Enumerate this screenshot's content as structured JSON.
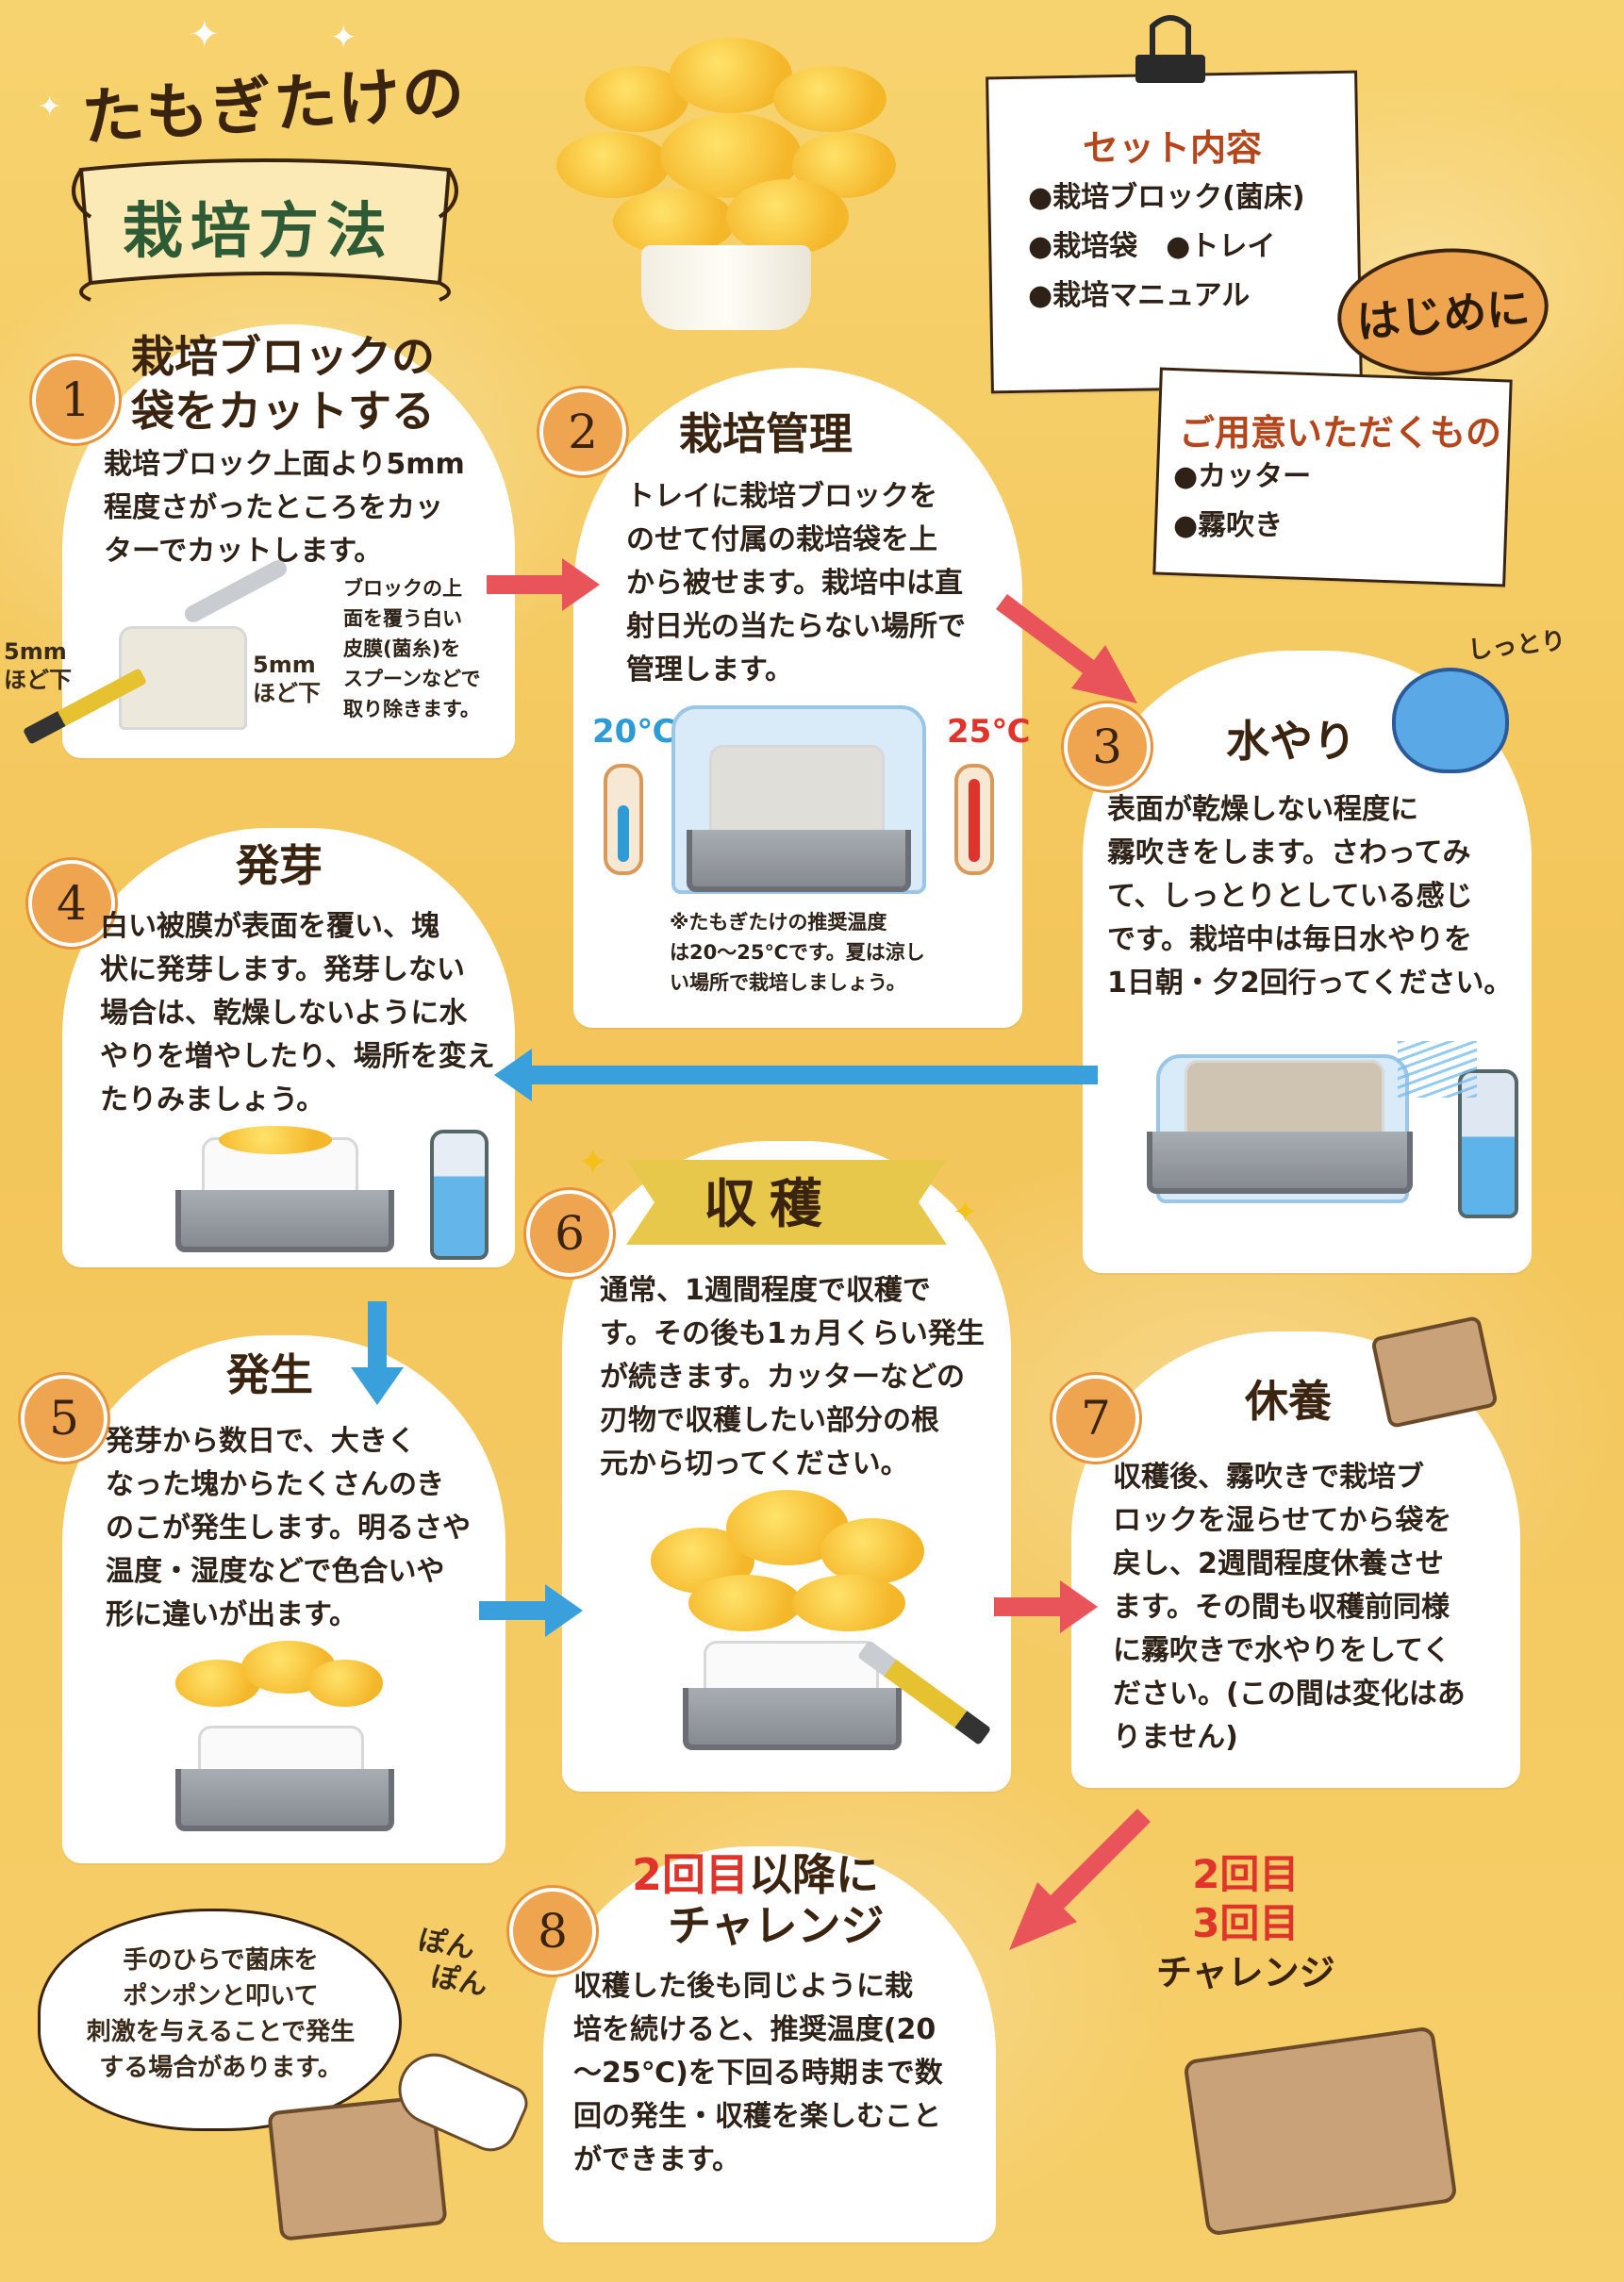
{
  "title": {
    "line1": "たもぎたけの",
    "line2": "栽培方法"
  },
  "set_contents": {
    "heading": "セット内容",
    "items": [
      "●栽培ブロック(菌床)",
      "●栽培袋　●トレイ",
      "●栽培マニュアル"
    ]
  },
  "intro_badge": "はじめに",
  "prepare": {
    "heading": "ご用意いただくもの",
    "items": [
      "●カッター",
      "●霧吹き"
    ]
  },
  "steps": [
    {
      "num": "1",
      "title": [
        "栽培ブロックの",
        "袋をカットする"
      ],
      "body": [
        "栽培ブロック上面より5mm",
        "程度さがったところをカッ",
        "ターでカットします。"
      ],
      "note": [
        "ブロックの上",
        "面を覆う白い",
        "皮膜(菌糸)を",
        "スプーンなどで",
        "取り除きます。"
      ],
      "label_left": [
        "5mm",
        "ほど下"
      ],
      "label_right": [
        "5mm",
        "ほど下"
      ]
    },
    {
      "num": "2",
      "title": [
        "栽培管理"
      ],
      "body": [
        "トレイに栽培ブロックを",
        "のせて付属の栽培袋を上",
        "から被せます。栽培中は直",
        "射日光の当たらない場所で",
        "管理します。"
      ],
      "temp_low": "20℃",
      "temp_high": "25℃",
      "note": [
        "※たもぎたけの推奨温度",
        "は20〜25℃です。夏は涼し",
        "い場所で栽培しましょう。"
      ]
    },
    {
      "num": "3",
      "title": [
        "水やり"
      ],
      "body": [
        "表面が乾燥しない程度に",
        "霧吹きをします。さわってみ",
        "て、しっとりとしている感じ",
        "です。栽培中は毎日水やりを",
        "1日朝・夕2回行ってください。"
      ],
      "caption": "しっとり"
    },
    {
      "num": "4",
      "title": [
        "発芽"
      ],
      "body": [
        "白い被膜が表面を覆い、塊",
        "状に発芽します。発芽しない",
        "場合は、乾燥しないように水",
        "やりを増やしたり、場所を変え",
        "たりみましょう。"
      ]
    },
    {
      "num": "5",
      "title": [
        "発生"
      ],
      "body": [
        "発芽から数日で、大きく",
        "なった塊からたくさんのき",
        "のこが発生します。明るさや",
        "温度・湿度などで色合いや",
        "形に違いが出ます。"
      ]
    },
    {
      "num": "6",
      "title": [
        "収穫"
      ],
      "body": [
        "通常、1週間程度で収穫で",
        "す。その後も1ヵ月くらい発生",
        "が続きます。カッターなどの",
        "刃物で収穫したい部分の根",
        "元から切ってください。"
      ]
    },
    {
      "num": "7",
      "title": [
        "休養"
      ],
      "body": [
        "収穫後、霧吹きで栽培ブ",
        "ロックを湿らせてから袋を",
        "戻し、2週間程度休養させ",
        "ます。その間も収穫前同様",
        "に霧吹きで水やりをしてく",
        "ださい。(この間は変化はあ",
        "りません)"
      ]
    },
    {
      "num": "8",
      "title_red": "2回目",
      "title_black": "以降に",
      "title_line2": "チャレンジ",
      "body": [
        "収穫した後も同じように栽",
        "培を続けると、推奨温度(20",
        "〜25℃)を下回る時期まで数",
        "回の発生・収穫を楽しむこと",
        "ができます。"
      ]
    }
  ],
  "bubble": [
    "手のひらで菌床を",
    "ポンポンと叩いて",
    "刺激を与えることで発生",
    "する場合があります。"
  ],
  "ponpon": [
    "ぽん",
    "ぽん"
  ],
  "challenge": {
    "line1": "2回目",
    "line2": "3回目",
    "line3": "チャレンジ"
  },
  "colors": {
    "accent": "#efa550",
    "red_arrow": "#e8545a",
    "blue_arrow": "#3aa0dc",
    "background": "#f6cf6a"
  }
}
